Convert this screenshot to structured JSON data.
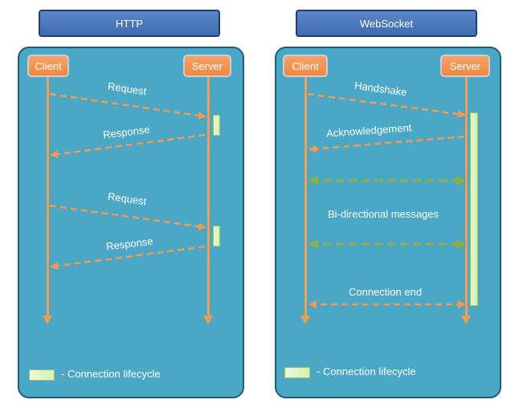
{
  "http": {
    "title": "HTTP",
    "client": "Client",
    "server": "Server",
    "messages": [
      "Request",
      "Response",
      "Request",
      "Response"
    ],
    "legend": "- Connection lifecycle"
  },
  "websocket": {
    "title": "WebSocket",
    "client": "Client",
    "server": "Server",
    "messages": [
      "Handshake",
      "Acknowledgement",
      "Bi-directional messages",
      "Connection end"
    ],
    "legend": "- Connection lifecycle"
  },
  "colors": {
    "panel": "#4aa7c6",
    "arrow_orange": "#f39a4f",
    "arrow_green": "#8fb13a",
    "connection_bar": "#d5efb0",
    "title_box": "#4a78bd"
  }
}
